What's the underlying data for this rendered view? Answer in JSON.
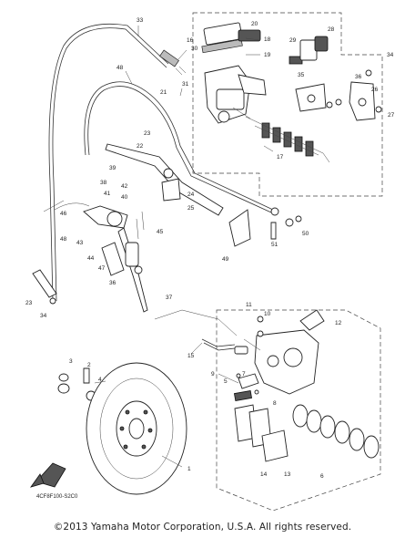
{
  "labels": [
    {
      "id": "33",
      "t": "33"
    },
    {
      "id": "20",
      "t": "20"
    },
    {
      "id": "18",
      "t": "18"
    },
    {
      "id": "16",
      "t": "16"
    },
    {
      "id": "19",
      "t": "19"
    },
    {
      "id": "30",
      "t": "30"
    },
    {
      "id": "29",
      "t": "29"
    },
    {
      "id": "28",
      "t": "28"
    },
    {
      "id": "31",
      "t": "31"
    },
    {
      "id": "48",
      "t": "48"
    },
    {
      "id": "21",
      "t": "21"
    },
    {
      "id": "34a",
      "t": "34"
    },
    {
      "id": "35",
      "t": "35"
    },
    {
      "id": "36",
      "t": "36"
    },
    {
      "id": "26",
      "t": "26"
    },
    {
      "id": "27",
      "t": "27"
    },
    {
      "id": "17",
      "t": "17"
    },
    {
      "id": "22",
      "t": "22"
    },
    {
      "id": "23a",
      "t": "23"
    },
    {
      "id": "39",
      "t": "39"
    },
    {
      "id": "38",
      "t": "38"
    },
    {
      "id": "42",
      "t": "42"
    },
    {
      "id": "40",
      "t": "40"
    },
    {
      "id": "41",
      "t": "41"
    },
    {
      "id": "24",
      "t": "24"
    },
    {
      "id": "25",
      "t": "25"
    },
    {
      "id": "43",
      "t": "43"
    },
    {
      "id": "44",
      "t": "44"
    },
    {
      "id": "45",
      "t": "45"
    },
    {
      "id": "46",
      "t": "46"
    },
    {
      "id": "47",
      "t": "47"
    },
    {
      "id": "48b",
      "t": "48"
    },
    {
      "id": "36b",
      "t": "36"
    },
    {
      "id": "49",
      "t": "49"
    },
    {
      "id": "37",
      "t": "37"
    },
    {
      "id": "50",
      "t": "50"
    },
    {
      "id": "51",
      "t": "51"
    },
    {
      "id": "23b",
      "t": "23"
    },
    {
      "id": "34b",
      "t": "34"
    },
    {
      "id": "10",
      "t": "10"
    },
    {
      "id": "11",
      "t": "11"
    },
    {
      "id": "12",
      "t": "12"
    },
    {
      "id": "15",
      "t": "15"
    },
    {
      "id": "3",
      "t": "3"
    },
    {
      "id": "2",
      "t": "2"
    },
    {
      "id": "4",
      "t": "4"
    },
    {
      "id": "7",
      "t": "7"
    },
    {
      "id": "5",
      "t": "5"
    },
    {
      "id": "9",
      "t": "9"
    },
    {
      "id": "14",
      "t": "14"
    },
    {
      "id": "13",
      "t": "13"
    },
    {
      "id": "8",
      "t": "8"
    },
    {
      "id": "6",
      "t": "6"
    },
    {
      "id": "1",
      "t": "1"
    },
    {
      "id": "ref",
      "t": "4CF8F100-S2C0"
    }
  ],
  "copyright": "©2013 Yamaha Motor Corporation, U.S.A. All rights reserved."
}
